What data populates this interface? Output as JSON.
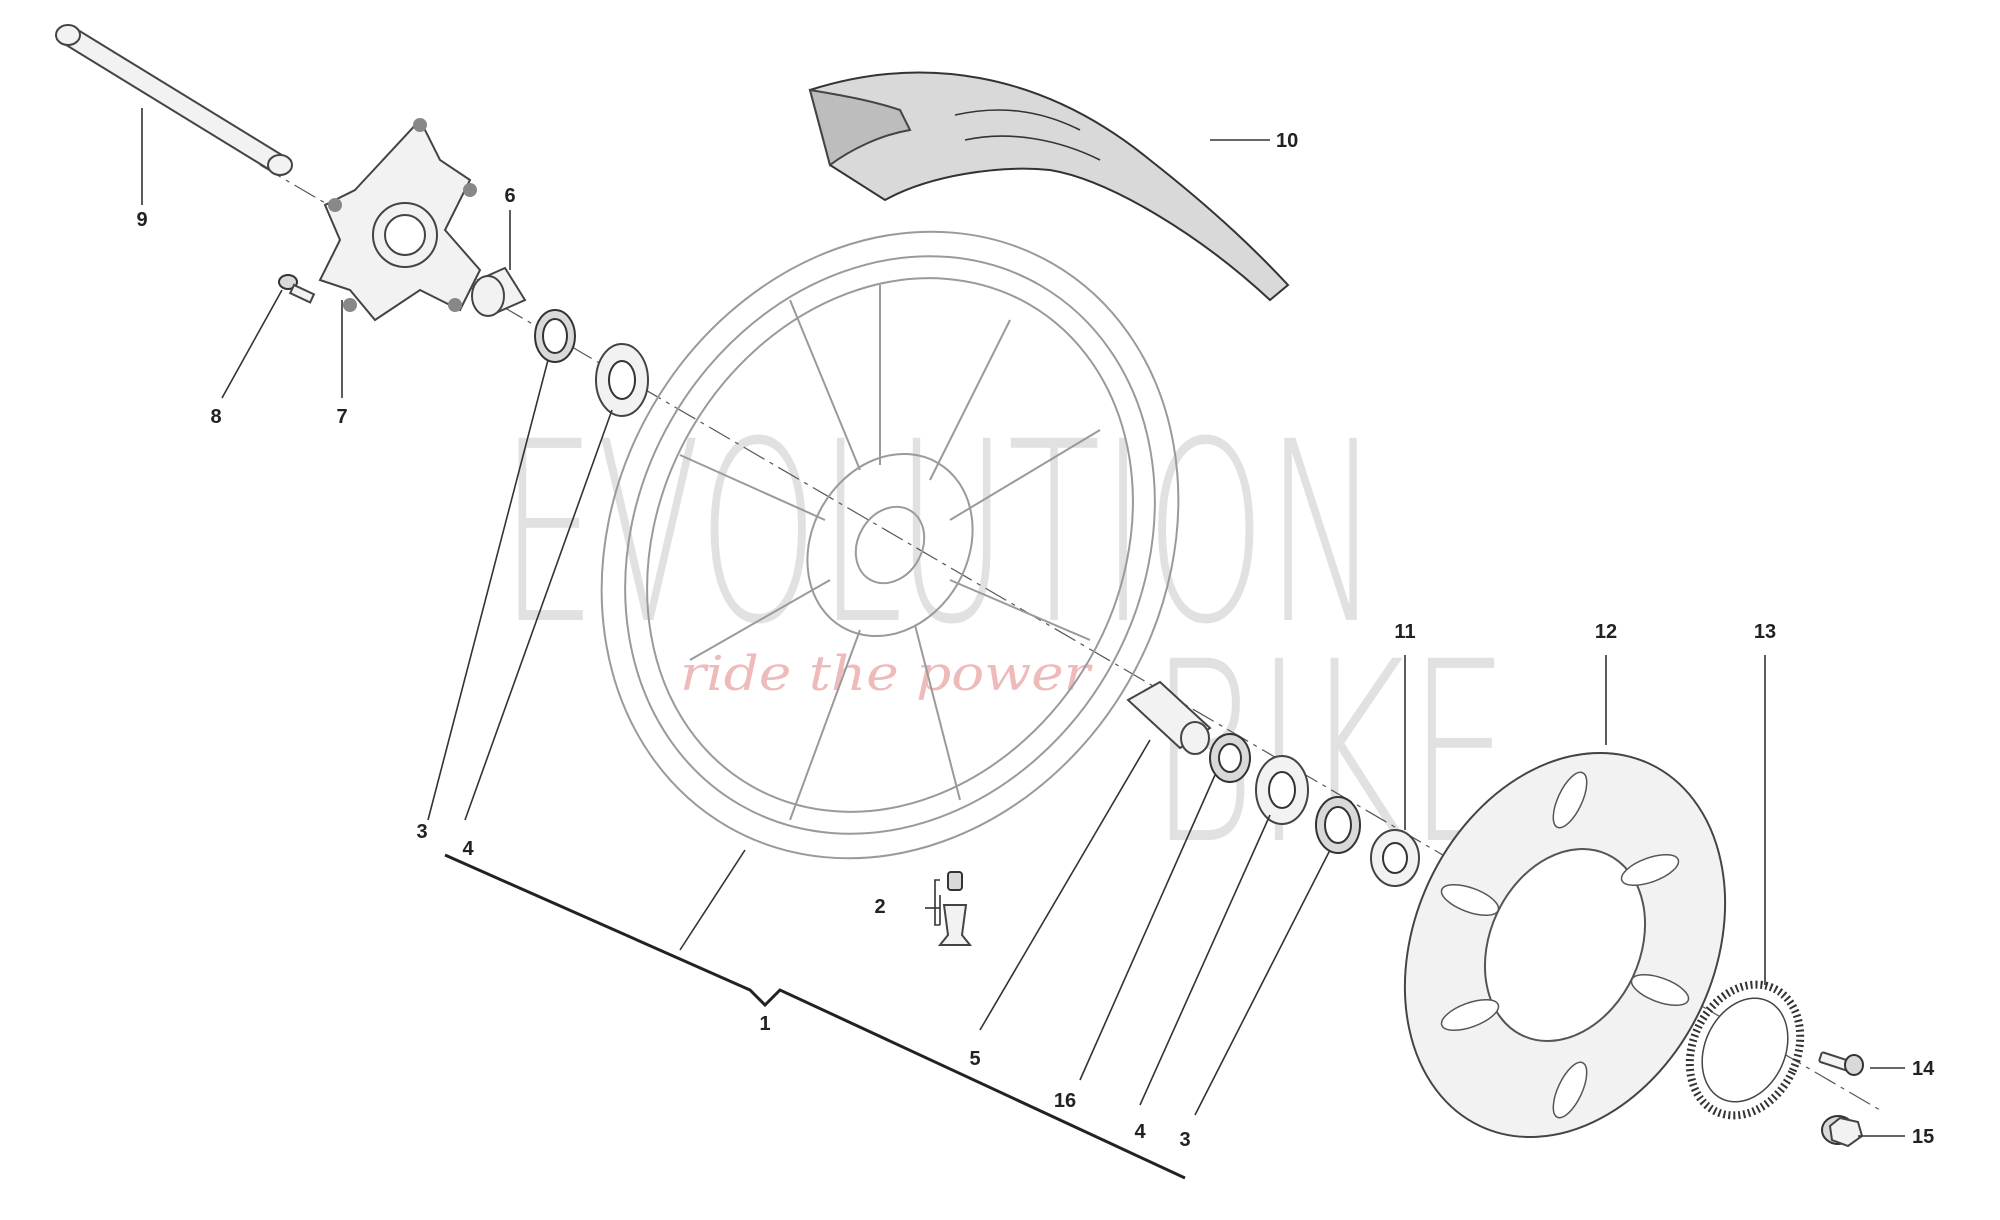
{
  "watermark": {
    "brand_top": "EVOLUTION",
    "brand_bottom": "BIKE",
    "slogan": "ride the power"
  },
  "callouts": {
    "c1": "1",
    "c2": "2",
    "c3a": "3",
    "c3b": "3",
    "c4a": "4",
    "c4b": "4",
    "c5": "5",
    "c6": "6",
    "c7": "7",
    "c8": "8",
    "c9": "9",
    "c10": "10",
    "c11": "11",
    "c12": "12",
    "c13": "13",
    "c14": "14",
    "c15": "15",
    "c16": "16"
  }
}
